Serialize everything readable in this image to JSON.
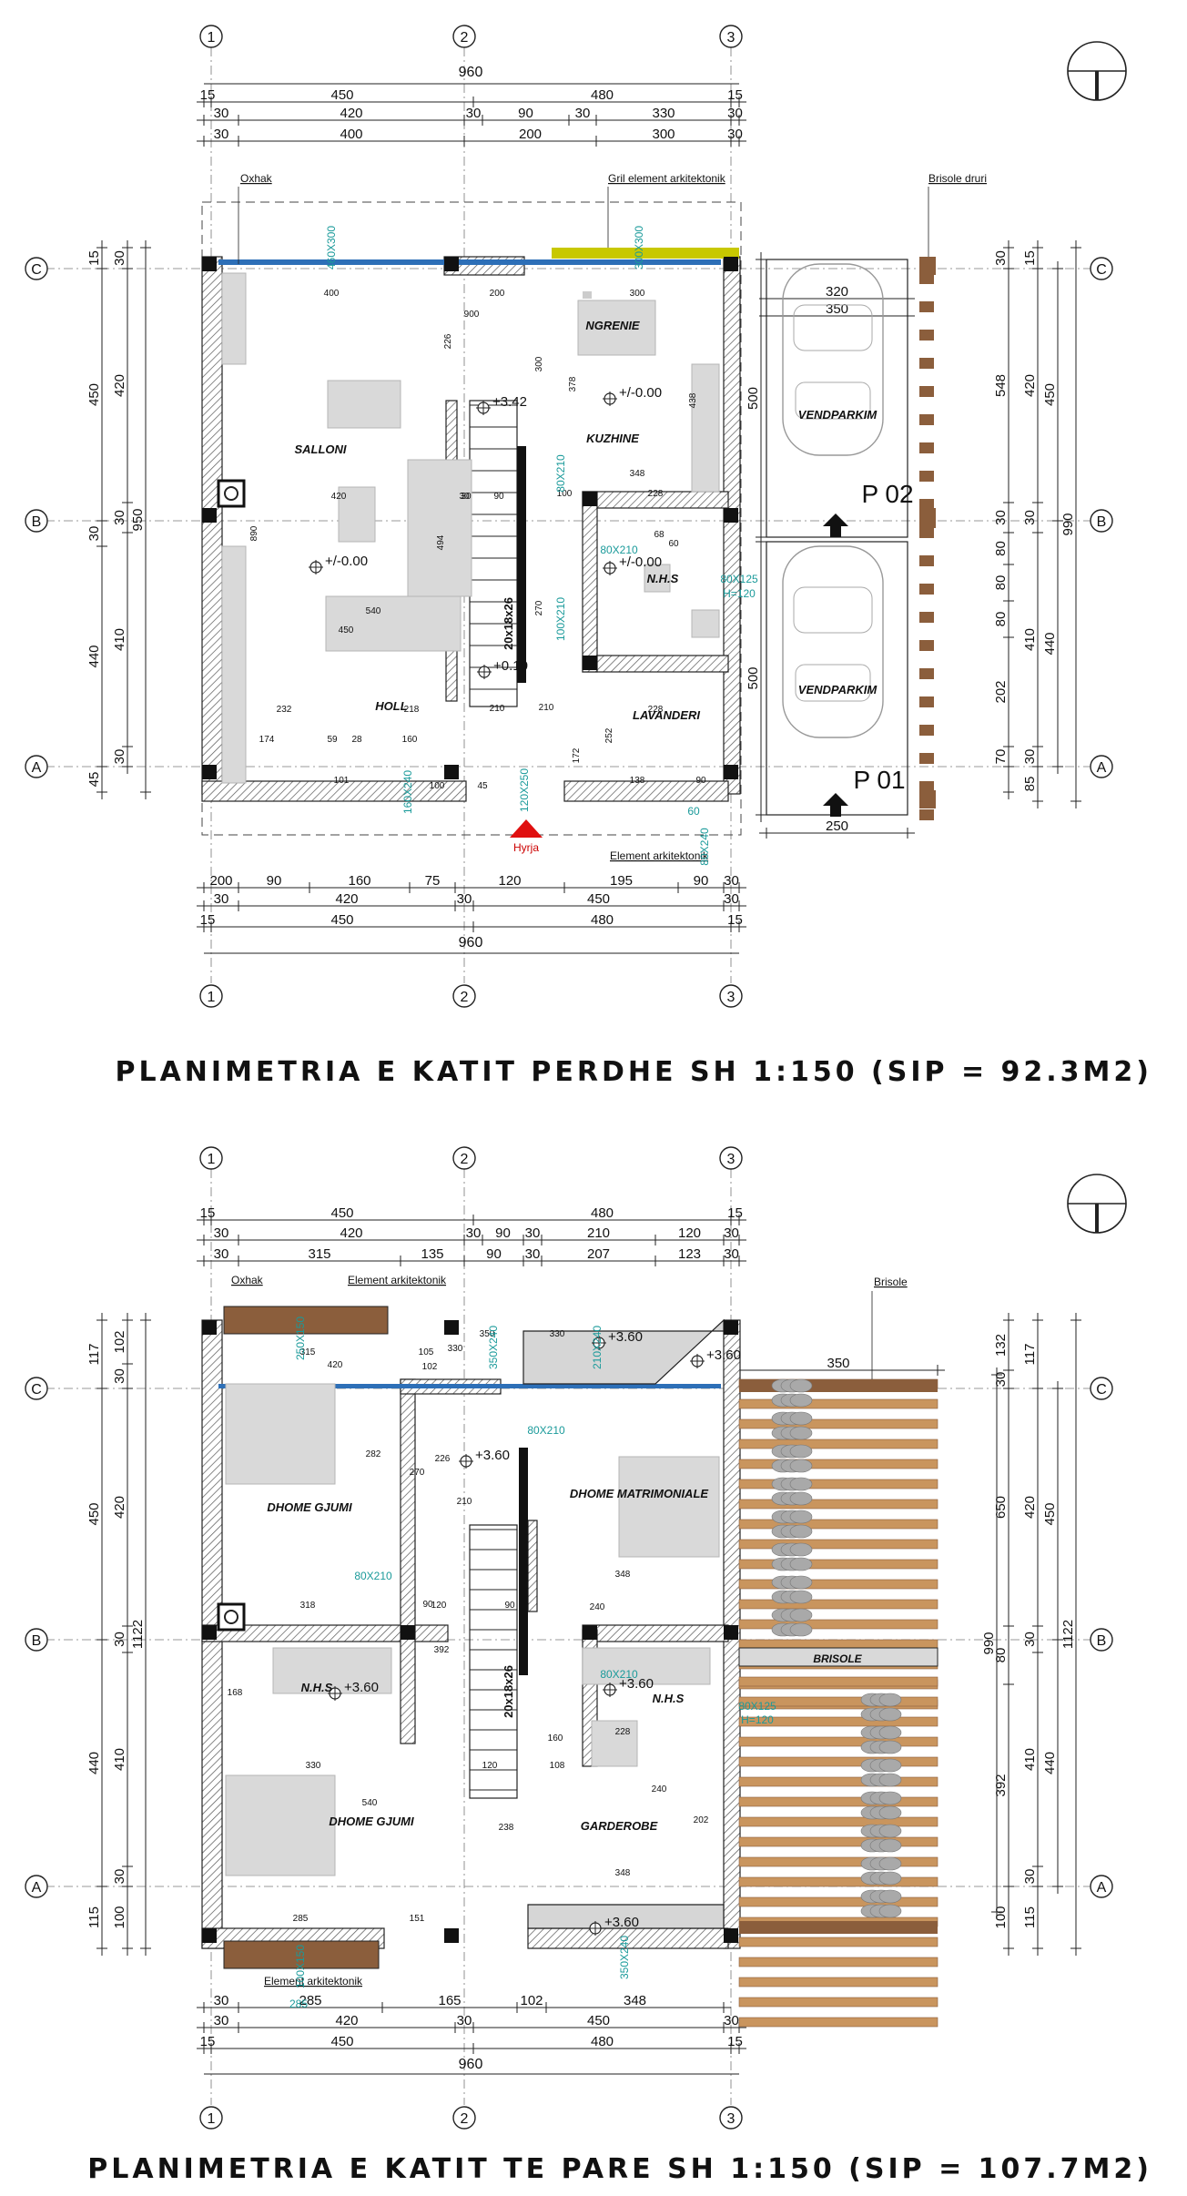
{
  "colors": {
    "wall_hatch": "#555555",
    "dim_line": "#222222",
    "teal": "#1a9a9a",
    "brown": "#8b5e3c",
    "olive": "#c8c800",
    "red": "#e01010",
    "furniture": "#d6d6d6"
  },
  "axes": {
    "columns": [
      "1",
      "2",
      "3"
    ],
    "rows": [
      "C",
      "B",
      "A"
    ]
  },
  "ground_floor": {
    "title": "PLANIMETRIA E KATIT PERDHE SH 1:150 (SIP = 92.3M2)",
    "top_dims": {
      "total": "960",
      "row2": [
        "15",
        "450",
        "480",
        "15"
      ],
      "row3": [
        "30",
        "420",
        "30",
        "90",
        "30",
        "330",
        "30"
      ],
      "row4": [
        "30",
        "400",
        "200",
        "300",
        "30"
      ]
    },
    "bottom_dims": {
      "row1": [
        "200",
        "90",
        "160",
        "75",
        "120",
        "195",
        "90",
        "30"
      ],
      "row2": [
        "30",
        "420",
        "30",
        "450",
        "30"
      ],
      "row3": [
        "15",
        "450",
        "480",
        "15"
      ],
      "total": "960"
    },
    "left_dims": {
      "col1": [
        "15",
        "450",
        "30",
        "440",
        "45"
      ],
      "col2": [
        "30",
        "420",
        "30",
        "410",
        "30"
      ],
      "col3": "950"
    },
    "right_dims": {
      "col1": [
        "30",
        "548",
        "30",
        "80",
        "80",
        "80",
        "202",
        "70"
      ],
      "col2": [
        "15",
        "420",
        "30",
        "410",
        "30",
        "85"
      ],
      "col3": [
        "450",
        "440"
      ],
      "col4": "990"
    },
    "labels": {
      "oxhak": "Oxhak",
      "gril": "Gril element arkitektonik",
      "brisole_druri": "Brisole druri",
      "element_ark": "Element arkitektonik",
      "entry": "Hyrja"
    },
    "rooms": [
      {
        "name": "SALLONI"
      },
      {
        "name": "NGRENIE"
      },
      {
        "name": "KUZHINE"
      },
      {
        "name": "N.H.S"
      },
      {
        "name": "HOLL"
      },
      {
        "name": "LAVANDERI"
      },
      {
        "name": "VENDPARKIM"
      },
      {
        "name": "VENDPARKIM"
      }
    ],
    "parking": [
      "P 02",
      "P 01"
    ],
    "levels": [
      "+3.42",
      "+/-0.00",
      "+/-0.00",
      "+/-0.00",
      "+0.10"
    ],
    "parking_dims": [
      "320",
      "350",
      "500",
      "500",
      "250"
    ],
    "interior_dims": [
      "400",
      "200",
      "300",
      "900",
      "226",
      "300",
      "378",
      "438",
      "420",
      "90",
      "30",
      "348",
      "228",
      "100",
      "60",
      "540",
      "450",
      "494",
      "270",
      "232",
      "218",
      "210",
      "228",
      "252",
      "172",
      "59",
      "28",
      "160",
      "174",
      "138",
      "90",
      "210",
      "100",
      "45",
      "30",
      "68",
      "101"
    ],
    "openings": [
      "460X300",
      "300X300",
      "80X210",
      "100X210",
      "80X210",
      "80X125",
      "H=120",
      "120X250",
      "160X240",
      "80X240",
      "60"
    ],
    "stair": "20x18x26"
  },
  "first_floor": {
    "title": "PLANIMETRIA E KATIT TE PARE SH 1:150 (SIP = 107.7M2)",
    "top_dims": {
      "row1": [
        "15",
        "450",
        "480",
        "15"
      ],
      "row2": [
        "30",
        "420",
        "30",
        "90",
        "30",
        "210",
        "120",
        "30"
      ],
      "row3": [
        "30",
        "315",
        "135",
        "90",
        "30",
        "207",
        "123",
        "30"
      ]
    },
    "bottom_dims": {
      "row1": [
        "30",
        "285",
        "165",
        "102",
        "348"
      ],
      "row2": [
        "30",
        "420",
        "30",
        "450",
        "30"
      ],
      "row3": [
        "15",
        "450",
        "480",
        "15"
      ],
      "total": "960"
    },
    "left_dims": {
      "col1": [
        "117",
        "450",
        "440",
        "115"
      ],
      "col2": [
        "102",
        "30",
        "420",
        "30",
        "410",
        "30",
        "100"
      ],
      "col3": "1122"
    },
    "right_dims": {
      "col1": [
        "132",
        "30",
        "650",
        "80",
        "392",
        "100"
      ],
      "col2": [
        "117",
        "420",
        "30",
        "410",
        "30",
        "115"
      ],
      "col3": [
        "450",
        "440"
      ],
      "col4": "990",
      "col5": "1122"
    },
    "labels": {
      "oxhak": "Oxhak",
      "element_ark_top": "Element arkitektonik",
      "element_ark_bottom": "Element arkitektonik",
      "brisole": "Brisole",
      "brisole_band": "BRISOLE"
    },
    "rooms": [
      {
        "name": "DHOME GJUMI"
      },
      {
        "name": "DHOME MATRIMONIALE"
      },
      {
        "name": "N.H.S"
      },
      {
        "name": "N.H.S"
      },
      {
        "name": "DHOME GJUMI"
      },
      {
        "name": "GARDEROBE"
      }
    ],
    "levels": [
      "+3.60",
      "+3.60",
      "+3.60",
      "+3.60",
      "+3.60",
      "+3.60"
    ],
    "interior_dims": [
      "315",
      "105",
      "420",
      "102",
      "330",
      "282",
      "270",
      "226",
      "210",
      "318",
      "120",
      "90",
      "392",
      "90",
      "240",
      "348",
      "168",
      "330",
      "540",
      "120",
      "108",
      "238",
      "160",
      "228",
      "202",
      "240",
      "285",
      "151",
      "348",
      "350",
      "330"
    ],
    "openings": [
      "250X150",
      "350X240",
      "210X240",
      "80X210",
      "80X210",
      "80X125",
      "H=120",
      "80X210",
      "350X240",
      "100X150",
      "285"
    ],
    "stair": "20x18x26"
  }
}
